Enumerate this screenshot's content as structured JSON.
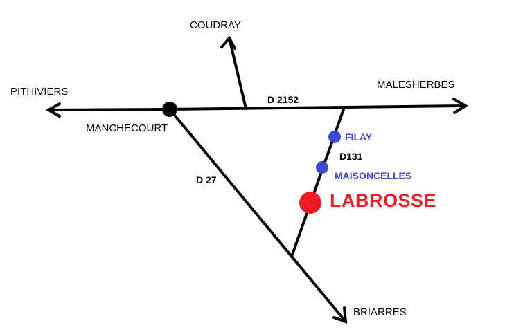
{
  "colors": {
    "road_line": "#000000",
    "junction_dot": "#000000",
    "village_dot": "#3f48cc",
    "village_label": "#3f48cc",
    "highlight": "#ed1c24"
  },
  "labels": {
    "coudray": "COUDRAY",
    "pithiviers": "PITHIVIERS",
    "malesherbes": "MALESHERBES",
    "manchecourt": "MANCHECOURT",
    "briarres": "BRIARRES",
    "d2152": "D 2152",
    "d27": "D 27",
    "d131": "D131",
    "filay": "FILAY",
    "maisoncelles": "MAISONCELLES",
    "labrosse": "LABROSSE"
  }
}
